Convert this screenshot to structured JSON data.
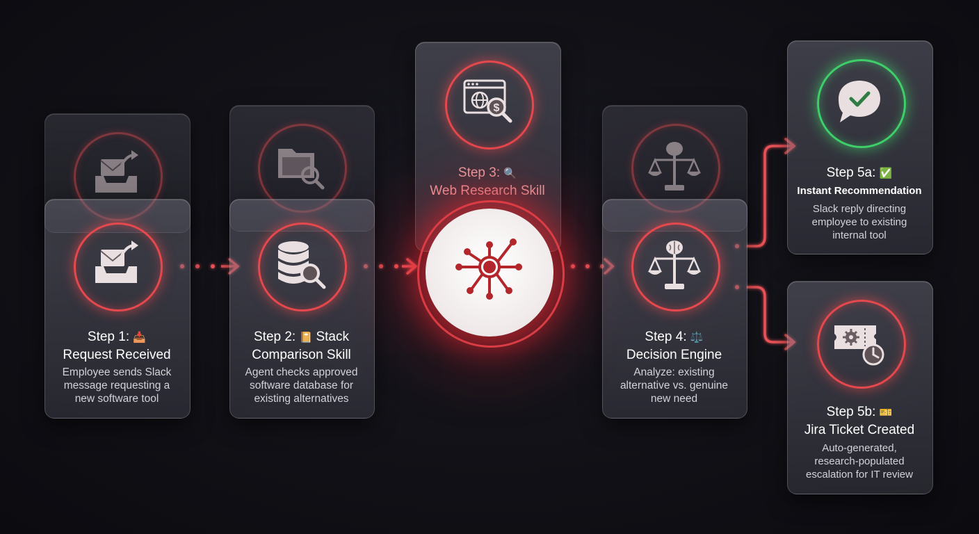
{
  "steps": [
    {
      "id": "step1",
      "title_prefix": "Step 1:",
      "title_emoji": "📥",
      "title": "Request Received",
      "desc_lines": [
        "Employee sends Slack",
        "message requesting a",
        "new software tool"
      ]
    },
    {
      "id": "step2",
      "title_prefix": "Step 2:",
      "title_emoji": "📔",
      "title_suffix": "Stack",
      "title": "Comparison Skill",
      "desc_lines": [
        "Agent checks approved",
        "software database for",
        "existing alternatives"
      ]
    },
    {
      "id": "step3",
      "title_prefix": "Step 3:",
      "title_emoji": "🔍",
      "title": "Web Research Skill"
    },
    {
      "id": "step4",
      "title_prefix": "Step 4:",
      "title_emoji": "⚖️",
      "title": "Decision Engine",
      "desc_lines": [
        "Analyze: existing",
        "alternative vs. genuine",
        "new need"
      ]
    },
    {
      "id": "step5a",
      "title_prefix": "Step 5a:",
      "title_emoji": "✅",
      "title": "Instant Recommendation",
      "desc_lines": [
        "Slack reply directing",
        "employee to existing",
        "internal tool"
      ]
    },
    {
      "id": "step5b",
      "title_prefix": "Step 5b:",
      "title_emoji": "🎫",
      "title": "Jira Ticket Created",
      "desc_lines": [
        "Auto-generated,",
        "research-populated",
        "escalation for IT review"
      ]
    }
  ],
  "icons": {
    "step1": "inbox-upload-icon",
    "step2": "database-search-icon",
    "step3": "web-dollar-search-icon",
    "hub": "network-hub-icon",
    "step4": "brain-scale-icon",
    "step5a": "chat-check-icon",
    "step5b": "ticket-gear-clock-icon"
  },
  "colors": {
    "accent": "#e5484d",
    "success": "#3fcf6a",
    "background": "#121218"
  }
}
